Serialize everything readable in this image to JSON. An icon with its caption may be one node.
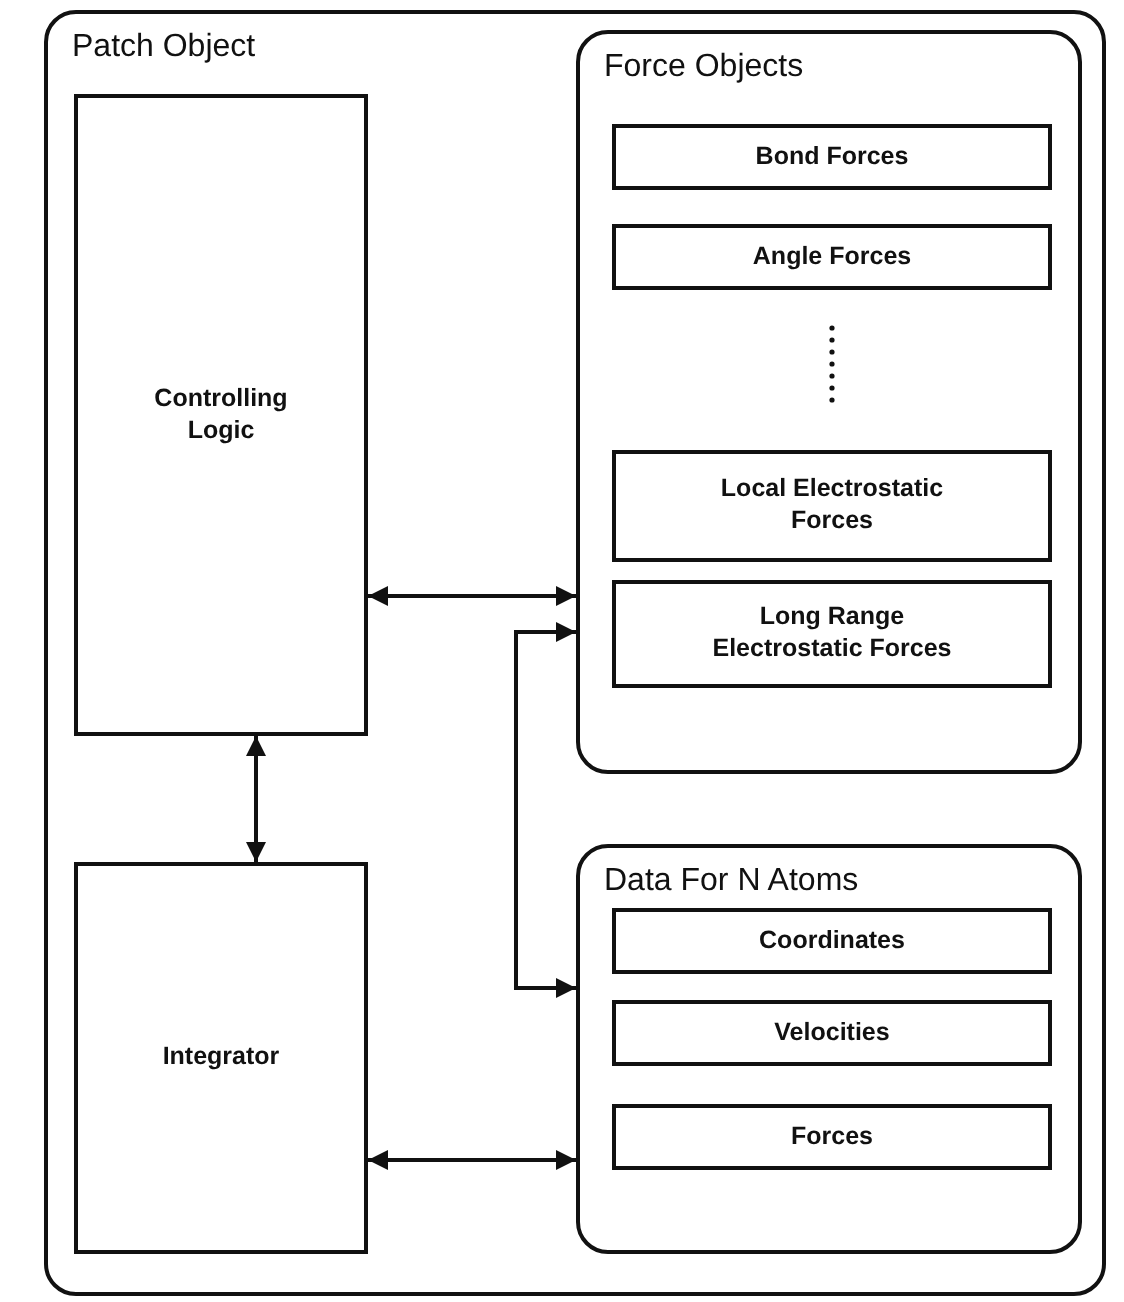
{
  "diagram": {
    "nodes": [
      {
        "text": [
          "Patch Object"
        ]
      },
      {
        "text": [
          "Controlling Logic"
        ],
        "in": 0
      },
      {
        "text": [
          "Force Objects"
        ],
        "in": 0
      },
      {
        "text": [
          "Bond Forces"
        ],
        "in": 2
      },
      {
        "text": [
          "Angle Forces"
        ],
        "in": 2
      },
      {
        "text": [
          "Local Electrostatic Forces"
        ],
        "in": 2
      },
      {
        "text": [
          "Long Range Electrostatic Forces"
        ],
        "in": 2
      },
      {
        "text": [
          "Integrator"
        ],
        "in": 0
      },
      {
        "text": [
          "Data For N Atoms"
        ],
        "in": 0
      },
      {
        "text": [
          "Coordinates"
        ],
        "in": 8
      },
      {
        "text": [
          "Velocities"
        ],
        "in": 8
      },
      {
        "text": [
          "Forces"
        ],
        "in": 8
      }
    ],
    "edges": [
      {
        "from": 1,
        "to": 2,
        "arrow": "both"
      },
      {
        "from": 1,
        "to": 7,
        "arrow": "both"
      },
      {
        "from": 2,
        "to": 8,
        "arrow": "both"
      },
      {
        "from": 7,
        "to": 8,
        "arrow": "both"
      }
    ]
  }
}
